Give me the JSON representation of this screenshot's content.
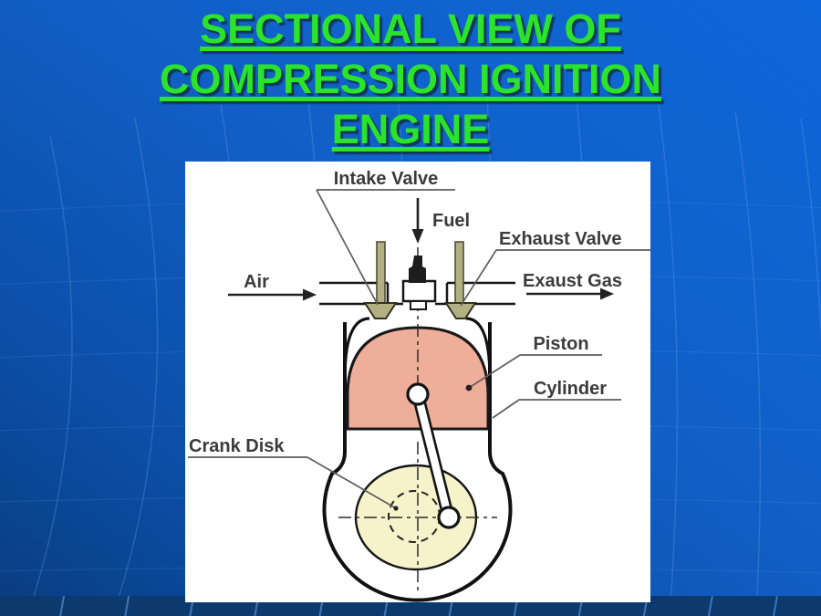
{
  "slide": {
    "title_lines": [
      "SECTIONAL VIEW OF",
      "COMPRESSION IGNITION",
      "ENGINE"
    ]
  },
  "theme": {
    "title_color": "#2ce32c",
    "background_top_right": "#0e67da",
    "background_bottom_left": "#093c7e",
    "bottom_band_color": "#0c3a6f",
    "panel_color": "#ffffff"
  },
  "diagram": {
    "labels": {
      "intake_valve": "Intake Valve",
      "fuel": "Fuel",
      "exhaust_valve": "Exhaust Valve",
      "air": "Air",
      "exhaust_gas": "Exaust Gas",
      "piston": "Piston",
      "cylinder": "Cylinder",
      "crank_disk": "Crank Disk"
    },
    "colors": {
      "piston_fill": "#efae99",
      "crank_disk_fill": "#f6f3cb",
      "valve_fill": "#b3b183",
      "injector_fill": "#1d1d1d",
      "outline": "#161616",
      "label_text": "#3b3b3b"
    }
  }
}
